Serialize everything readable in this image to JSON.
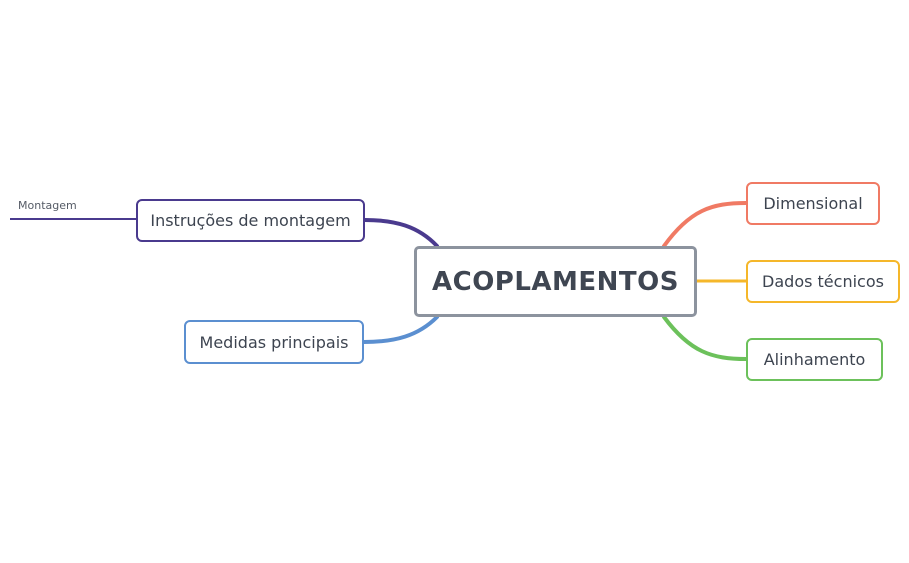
{
  "mindmap": {
    "root": {
      "label": "ACOPLAMENTOS",
      "border_color": "#8c939e"
    },
    "branches": [
      {
        "id": "dimensional",
        "label": "Dimensional",
        "color": "#f07a64"
      },
      {
        "id": "dados",
        "label": "Dados técnicos",
        "color": "#f5b72a"
      },
      {
        "id": "alinhamento",
        "label": "Alinhamento",
        "color": "#6cc15b"
      },
      {
        "id": "instrucoes",
        "label": "Instruções de montagem",
        "color": "#4a3a8e"
      },
      {
        "id": "medidas",
        "label": "Medidas principais",
        "color": "#5b8fd0"
      }
    ],
    "subtopics": [
      {
        "parent": "instrucoes",
        "label": "Montagem"
      }
    ]
  }
}
